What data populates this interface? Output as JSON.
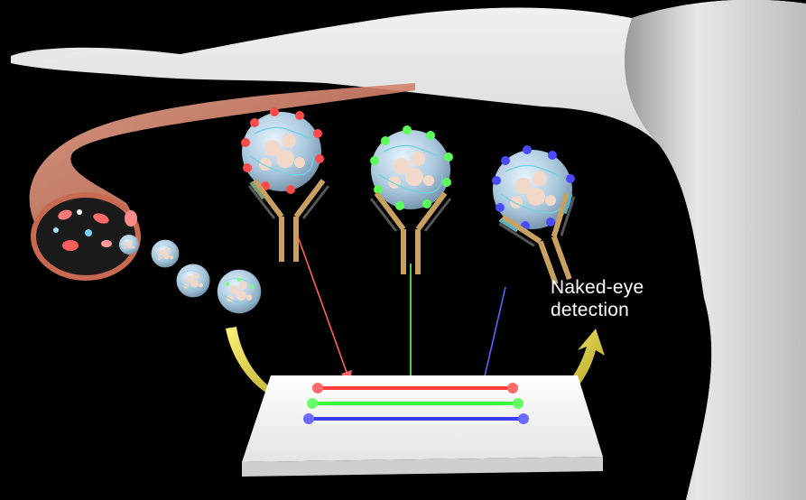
{
  "caption": {
    "line1": "Naked-eye",
    "line2": "detection"
  },
  "colors": {
    "background": "#000000",
    "skin": "#d9d9d9",
    "vessel": "#d4826a",
    "red_channel": "#ff3b3b",
    "green_channel": "#3cff3c",
    "blue_channel": "#3c3cff",
    "arrow_yellow": "#d8c93a",
    "antibody_gold": "#c89850"
  },
  "icons": {
    "arm": "human-arm-silhouette",
    "vessel": "blood-vessel",
    "exosome": "exosome-sphere",
    "antibody": "y-shaped-antibody",
    "chip": "microfluidic-chip"
  }
}
